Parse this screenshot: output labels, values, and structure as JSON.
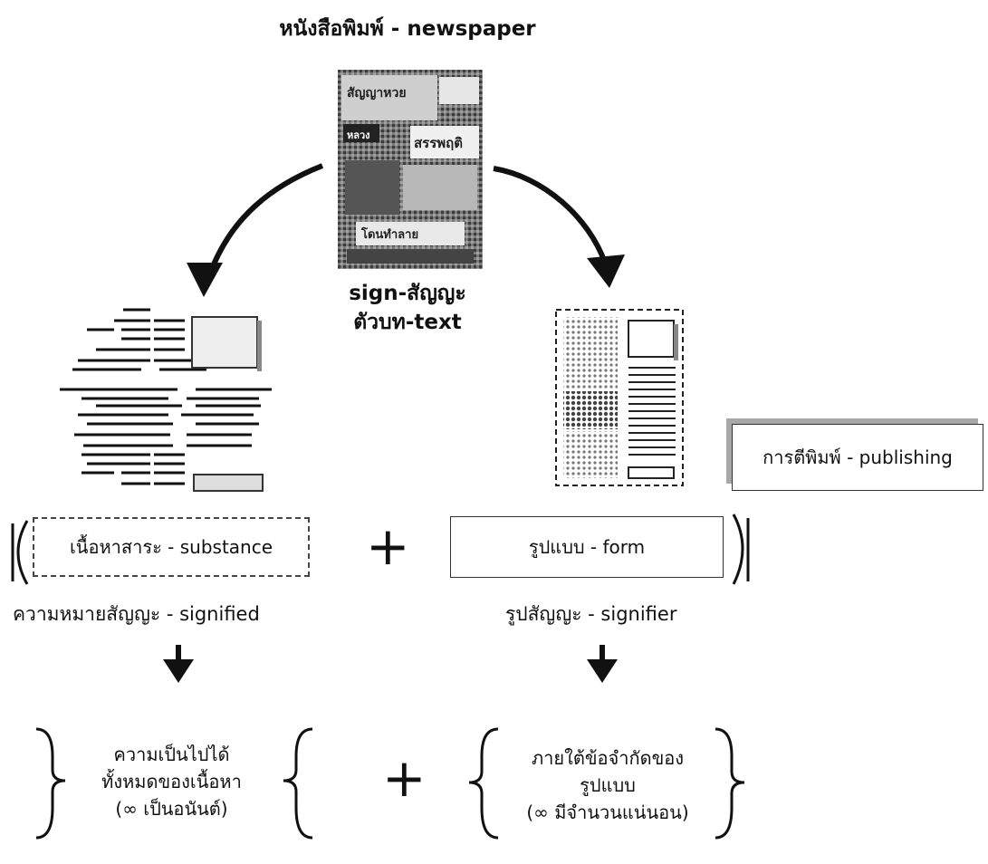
{
  "diagram": {
    "title": "หนังสือพิมพ์ - newspaper",
    "sign_label": "sign-สัญญะ",
    "text_label": "ตัวบท-text",
    "publishing_label": "การตีพิมพ์ - publishing",
    "substance_box": "เนื้อหาสาระ - substance",
    "form_box": "รูปแบบ - form",
    "plus_top": "+",
    "signified_label": "ความหมายสัญญะ - signified",
    "signifier_label": "รูปสัญญะ - signifier",
    "left_possibility": [
      "ความเป็นไปได้",
      "ทั้งหมดของเนื้อหา",
      "(∞ เป็นอนันต์)"
    ],
    "right_constraint": [
      "ภายใต้ข้อจำกัดของ",
      "รูปแบบ",
      "(∞ มีจำนวนแน่นอน)"
    ],
    "plus_bottom": "+",
    "newspaper_headlines": [
      "สัญญาหวย",
      "หลวง",
      "สรรพฤติ",
      "โดนทำลาย"
    ]
  }
}
